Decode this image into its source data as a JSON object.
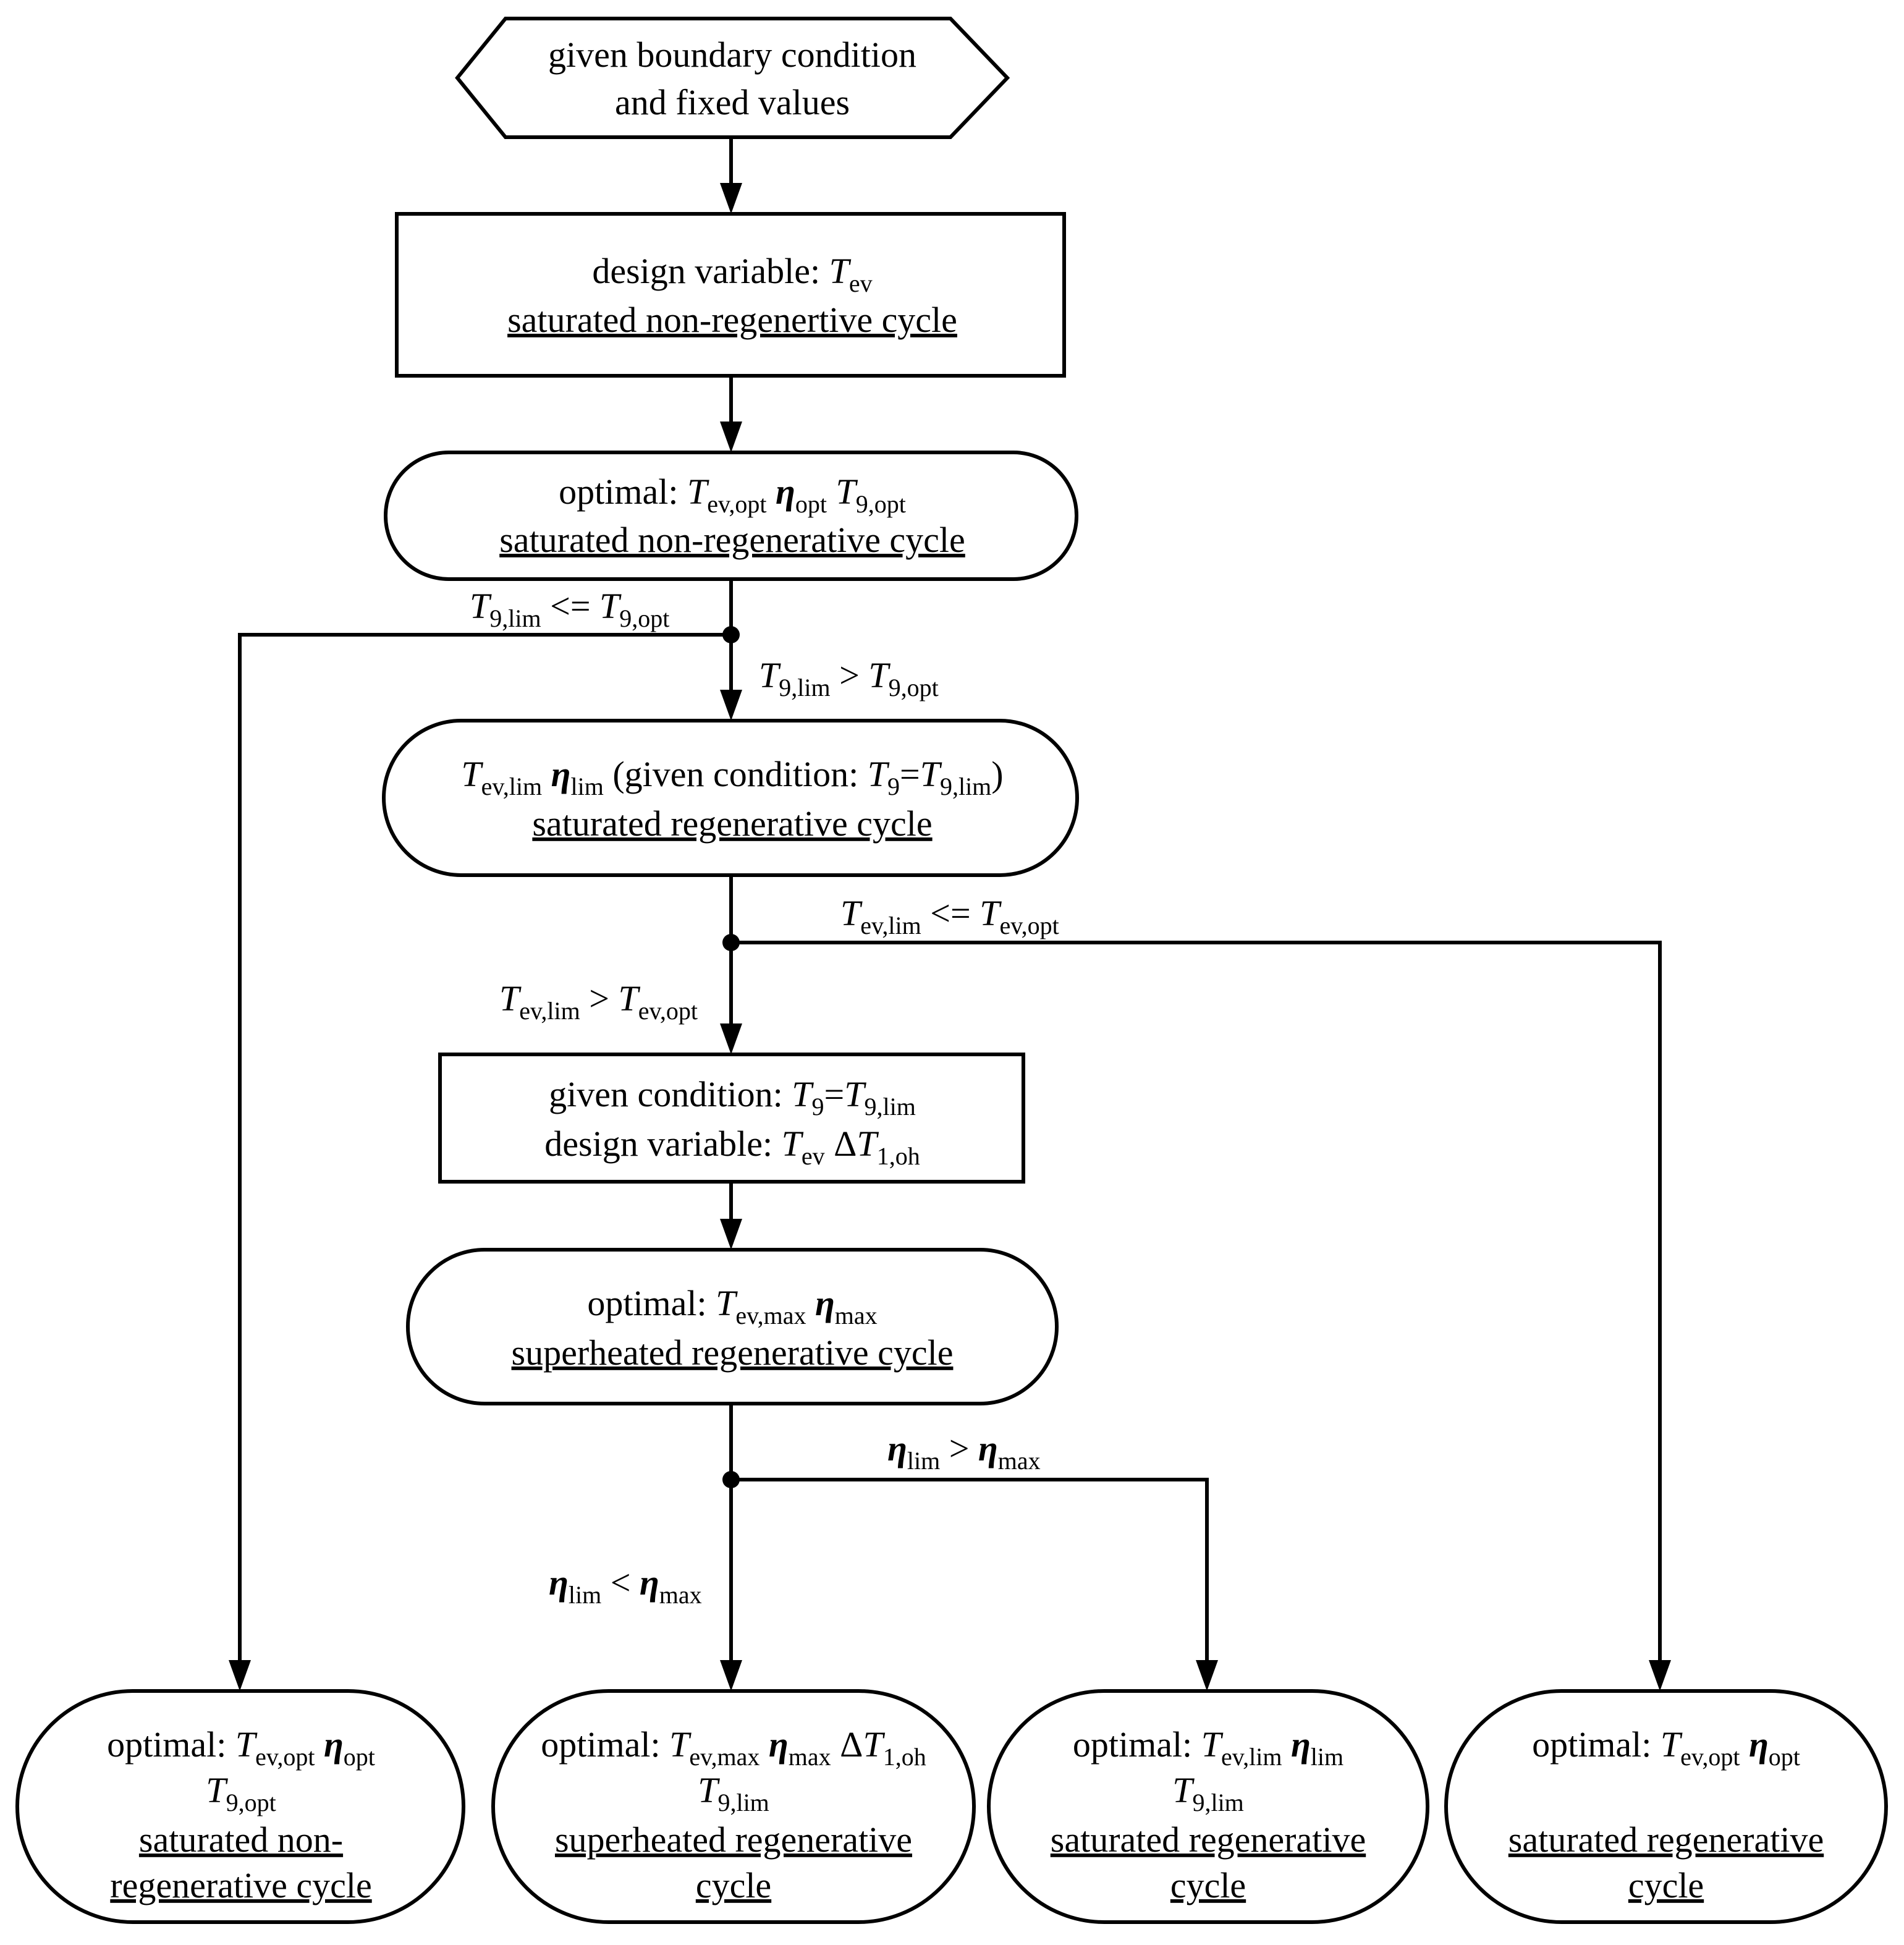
{
  "start": {
    "line1": "given boundary condition",
    "line2": "and fixed values"
  },
  "design1": {
    "label": "design variable: ",
    "var_T": "T",
    "var_sub": "ev",
    "cycle": "saturated non-regenertive cycle"
  },
  "opt1": {
    "label": "optimal: ",
    "T": "T",
    "t_sub": "ev,opt",
    "eta": "η",
    "eta_sub": "opt",
    "T9": "T",
    "t9_sub": "9,opt",
    "cycle": "saturated non-regenerative cycle"
  },
  "cond1": {
    "left": {
      "T": "T",
      "sub": "9,lim",
      "op": " <= ",
      "T2": "T",
      "sub2": "9,opt"
    },
    "down": {
      "T": "T",
      "sub": "9,lim",
      "op": " > ",
      "T2": "T",
      "sub2": "9,opt"
    }
  },
  "lim1": {
    "T": "T",
    "t_sub": "ev,lim",
    "eta": "η",
    "eta_sub": "lim",
    "given": " (given condition: ",
    "T9": "T",
    "t9_sub": "9",
    "eq": "=",
    "T9b": "T",
    "t9b_sub": "9,lim",
    "close": ")",
    "cycle": "saturated regenerative cycle"
  },
  "cond2": {
    "right": {
      "T": "T",
      "sub": "ev,lim",
      "op": " <= ",
      "T2": "T",
      "sub2": "ev,opt"
    },
    "down": {
      "T": "T",
      "sub": "ev,lim",
      "op": " > ",
      "T2": "T",
      "sub2": "ev,opt"
    }
  },
  "design2": {
    "given": "given condition: ",
    "T9": "T",
    "t9_sub": "9",
    "eq": "=",
    "T9b": "T",
    "t9b_sub": "9,lim",
    "dv": "design variable: ",
    "Tev": "T",
    "tev_sub": "ev",
    "delta": "Δ",
    "dT": "T",
    "dt_sub": "1,oh"
  },
  "opt2": {
    "label": "optimal: ",
    "T": "T",
    "t_sub": "ev,max",
    "eta": "η",
    "eta_sub": "max",
    "cycle": "superheated regenerative cycle"
  },
  "cond3": {
    "right": {
      "eta": "η",
      "sub": "lim",
      "op": " > ",
      "eta2": "η",
      "sub2": "max"
    },
    "down": {
      "eta": "η",
      "sub": "lim",
      "op": " < ",
      "eta2": "η",
      "sub2": "max"
    }
  },
  "results": [
    {
      "label": "optimal: ",
      "T": "T",
      "t_sub": "ev,opt",
      "eta": "η",
      "eta_sub": "opt",
      "T2": "T",
      "t2_sub": "9,opt",
      "cycle1": "saturated non-",
      "cycle2": "regenerative cycle"
    },
    {
      "label": "optimal: ",
      "T": "T",
      "t_sub": "ev,max",
      "eta": "η",
      "eta_sub": "max",
      "delta": "Δ",
      "dT": "T",
      "dt_sub": "1,oh",
      "T2": "T",
      "t2_sub": "9,lim",
      "cycle1": "superheated regenerative",
      "cycle2": "cycle"
    },
    {
      "label": "optimal: ",
      "T": "T",
      "t_sub": "ev,lim",
      "eta": "η",
      "eta_sub": "lim",
      "T2": "T",
      "t2_sub": "9,lim",
      "cycle1": "saturated regenerative",
      "cycle2": "cycle"
    },
    {
      "label": "optimal: ",
      "T": "T",
      "t_sub": "ev,opt",
      "eta": "η",
      "eta_sub": "opt",
      "cycle1": "saturated regenerative",
      "cycle2": "cycle"
    }
  ]
}
